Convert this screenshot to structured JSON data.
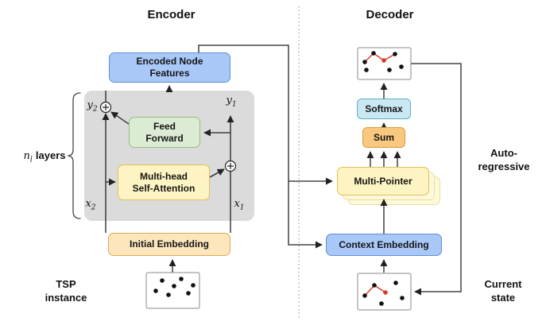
{
  "titles": {
    "encoder": "Encoder",
    "decoder": "Decoder"
  },
  "encoder": {
    "encoded_node_features": "Encoded Node\nFeatures",
    "feed_forward": "Feed\nForward",
    "multi_head_self_attention": "Multi-head\nSelf-Attention",
    "initial_embedding": "Initial Embedding",
    "n_layers_base": "n",
    "n_layers_sub": "l",
    "n_layers_word": "layers",
    "stream_labels": {
      "y2_base": "y",
      "y2_sub": "2",
      "y1_base": "y",
      "y1_sub": "1",
      "x2_base": "x",
      "x2_sub": "2",
      "x1_base": "x",
      "x1_sub": "1"
    },
    "input_label": "TSP\ninstance"
  },
  "decoder": {
    "softmax": "Softmax",
    "sum": "Sum",
    "multi_pointer": "Multi-Pointer",
    "context_embedding": "Context Embedding",
    "auto_regressive_label": "Auto-\nregressive",
    "current_state_label": "Current\nstate"
  },
  "colors": {
    "blue_fill": "#A9C8F8",
    "blue_border": "#5E8FD6",
    "green_fill": "#DCEBD4",
    "green_border": "#93BF7E",
    "yellow_fill": "#FEF4C3",
    "yellow_border": "#DDC158",
    "orange_fill": "#FDE6BC",
    "orange_border": "#DFAA57",
    "sum_fill": "#F8C87E",
    "sum_border": "#D99E3F",
    "cyan_fill": "#C9E8F2",
    "cyan_border": "#5FAEC4",
    "ghost_fill": "#FFF9DC",
    "ghost_border": "#EBDD9A",
    "gray_fill": "#DBDBDB",
    "line": "#222222",
    "tour_red": "#D6382A"
  }
}
